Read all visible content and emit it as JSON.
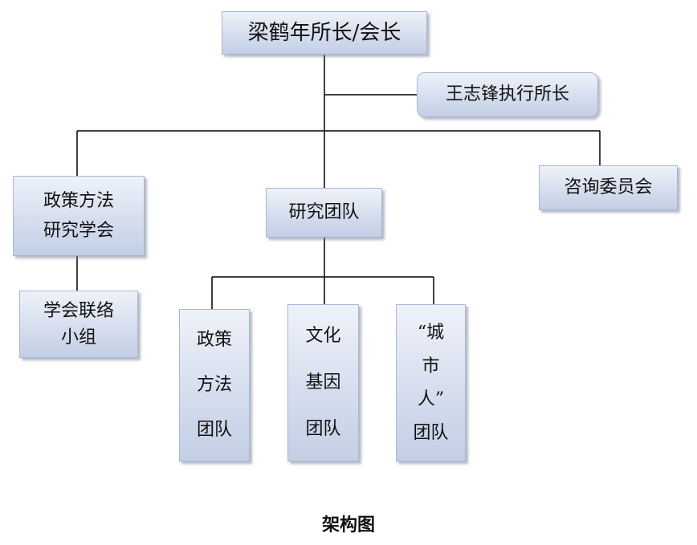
{
  "diagram": {
    "root": "梁鹤年所长/会长",
    "executive": "王志锋执行所长",
    "left_org": [
      "政策方法",
      "研究学会"
    ],
    "left_sub": [
      "学会联络",
      "小组"
    ],
    "center_org": "研究团队",
    "right_org": "咨询委员会",
    "team_1": [
      "政策",
      "方法",
      "团队"
    ],
    "team_2": [
      "文化",
      "基因",
      "团队"
    ],
    "team_3": [
      "“城",
      "市",
      "人”",
      "团队"
    ],
    "caption": "架构图"
  },
  "colors": {
    "box_top": "#eef2f9",
    "box_bottom": "#c3cfe6",
    "line": "#000000"
  }
}
